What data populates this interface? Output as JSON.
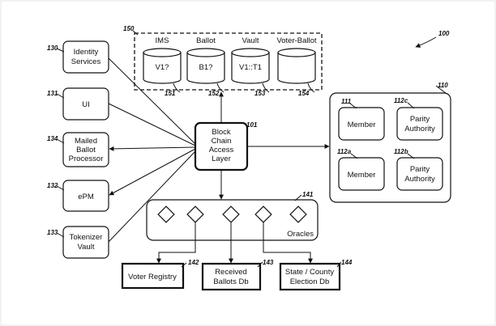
{
  "figure_ref": "100",
  "left_boxes": [
    {
      "ref": "130",
      "lines": [
        "Identity",
        "Services"
      ]
    },
    {
      "ref": "131",
      "lines": [
        "UI"
      ]
    },
    {
      "ref": "134",
      "lines": [
        "Mailed",
        "Ballot",
        "Processor"
      ]
    },
    {
      "ref": "132",
      "lines": [
        "ePM"
      ]
    },
    {
      "ref": "133",
      "lines": [
        "Tokenizer",
        "Vault"
      ]
    }
  ],
  "datastores": {
    "ref": "150",
    "items": [
      {
        "title": "IMS",
        "content": "V1?",
        "ref": "151"
      },
      {
        "title": "Ballot",
        "content": "B1?",
        "ref": "152"
      },
      {
        "title": "Vault",
        "content": "V1::T1",
        "ref": "153"
      },
      {
        "title": "Voter-Ballot",
        "content": "",
        "ref": "154"
      }
    ]
  },
  "access_layer": {
    "ref": "101",
    "lines": [
      "Block",
      "Chain",
      "Access",
      "Layer"
    ]
  },
  "chain_group": {
    "ref": "110",
    "nodes": [
      {
        "ref": "111",
        "lines": [
          "Member"
        ]
      },
      {
        "ref": "112c",
        "lines": [
          "Parity",
          "Authority"
        ]
      },
      {
        "ref": "112a",
        "lines": [
          "Member"
        ]
      },
      {
        "ref": "112b",
        "lines": [
          "Parity",
          "Authority"
        ]
      }
    ]
  },
  "oracles": {
    "ref": "141",
    "label": "Oracles"
  },
  "bottom_boxes": [
    {
      "ref": "142",
      "lines": [
        "Voter Registry"
      ]
    },
    {
      "ref": "143",
      "lines": [
        "Received",
        "Ballots Db"
      ]
    },
    {
      "ref": "144",
      "lines": [
        "State / County",
        "Election Db"
      ]
    }
  ]
}
